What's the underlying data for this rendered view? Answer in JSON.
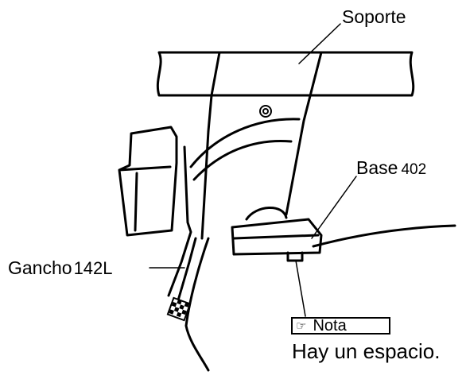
{
  "labels": {
    "soporte": "Soporte",
    "base_name": "Base",
    "base_number": "402",
    "gancho_name": "Gancho",
    "gancho_number": "142L",
    "nota": "Nota",
    "espacio": "Hay un espacio."
  },
  "icons": {
    "nota_icon": "pointing-hand-note-icon"
  },
  "colors": {
    "line": "#000000",
    "background": "#ffffff"
  }
}
